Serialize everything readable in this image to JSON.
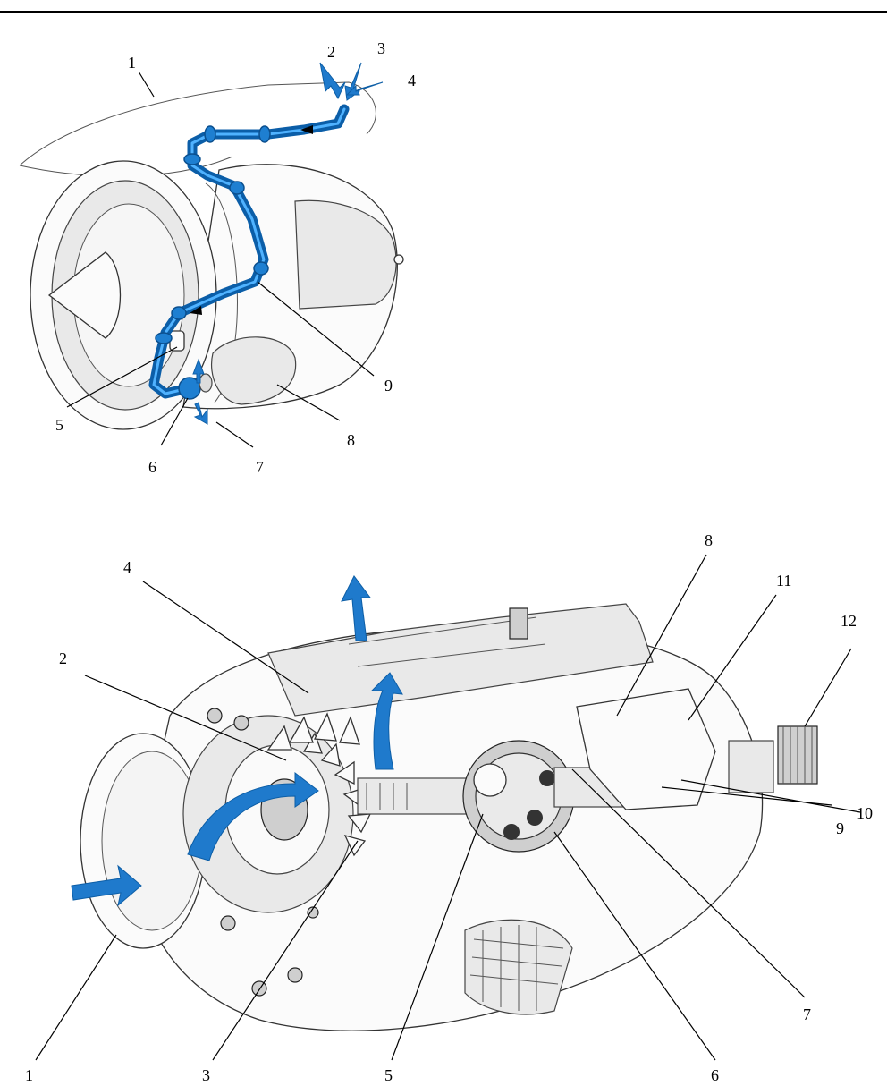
{
  "figure_top": {
    "callouts": [
      "1",
      "2",
      "3",
      "4",
      "5",
      "6",
      "7",
      "8",
      "9"
    ]
  },
  "figure_bottom": {
    "callouts": [
      "1",
      "2",
      "3",
      "4",
      "5",
      "6",
      "7",
      "8",
      "9",
      "10",
      "11",
      "12"
    ]
  },
  "colors": {
    "flow_blue": "#1f7acc",
    "duct_blue": "#0b5ea8",
    "line": "#000000"
  }
}
